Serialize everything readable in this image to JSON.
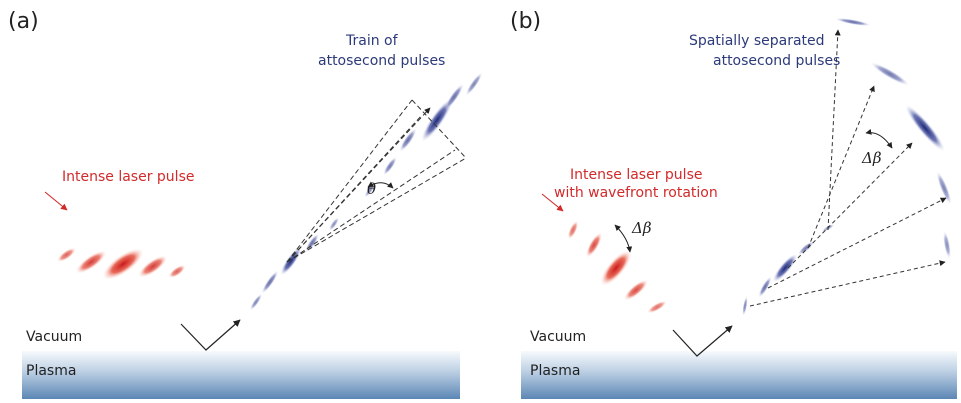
{
  "panels": {
    "a": {
      "label": "(a)",
      "output_label": [
        "Train of",
        "attosecond pulses"
      ],
      "input_label": "Intense laser pulse",
      "angle_symbol": "θ",
      "vacuum_label": "Vacuum",
      "plasma_label": "Plasma"
    },
    "b": {
      "label": "(b)",
      "output_label": [
        "Spatially separated",
        "attosecond pulses"
      ],
      "input_label": [
        "Intense laser pulse",
        "with wavefront rotation"
      ],
      "rotation_symbol": "Δβ",
      "angle_symbol": "Δβ",
      "vacuum_label": "Vacuum",
      "plasma_label": "Plasma"
    }
  },
  "colors": {
    "laser": "#d42020",
    "attosecond": "#2a3580",
    "plasma_top": "#ffffff",
    "plasma_bottom": "#5b86b4",
    "text_red": "#d22a2a",
    "text_blue": "#2c3a7a"
  }
}
